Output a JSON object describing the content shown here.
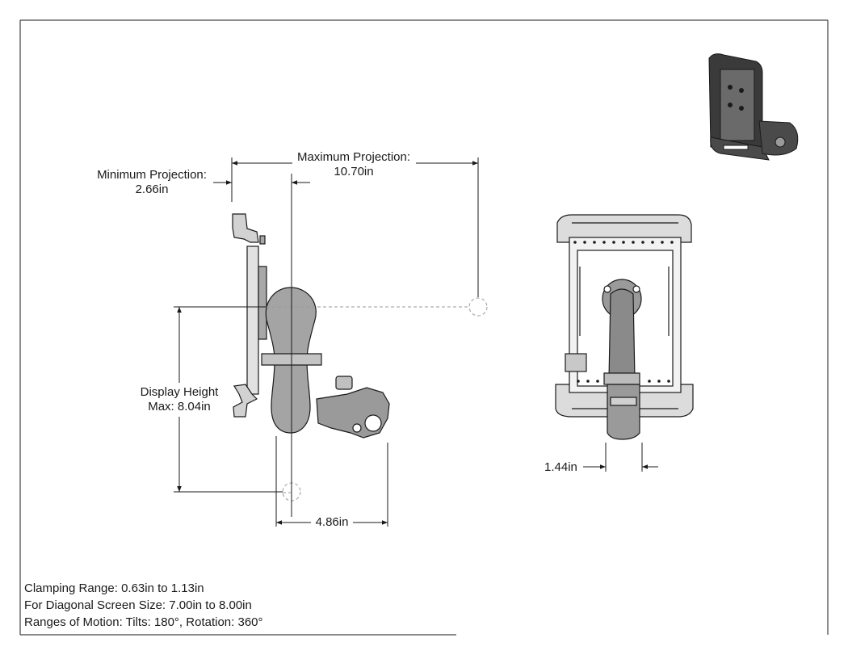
{
  "dimensions": {
    "min_projection": {
      "label": "Minimum Projection:",
      "value": "2.66in"
    },
    "max_projection": {
      "label": "Maximum Projection:",
      "value": "10.70in"
    },
    "display_height": {
      "label": "Display Height",
      "value": "Max: 8.04in"
    },
    "clamp_offset": {
      "value": "4.86in"
    },
    "front_width": {
      "value": "1.44in"
    }
  },
  "specs": {
    "clamping_range": "Clamping Range: 0.63in to 1.13in",
    "screen_size": "For Diagonal Screen Size: 7.00in to 8.00in",
    "motion": "Ranges of Motion: Tilts: 180°, Rotation: 360°"
  },
  "colors": {
    "line": "#1a1a1a",
    "fill_dark": "#8a8a8a",
    "fill_mid": "#a8a8a8",
    "fill_light": "#d2d2d2"
  }
}
